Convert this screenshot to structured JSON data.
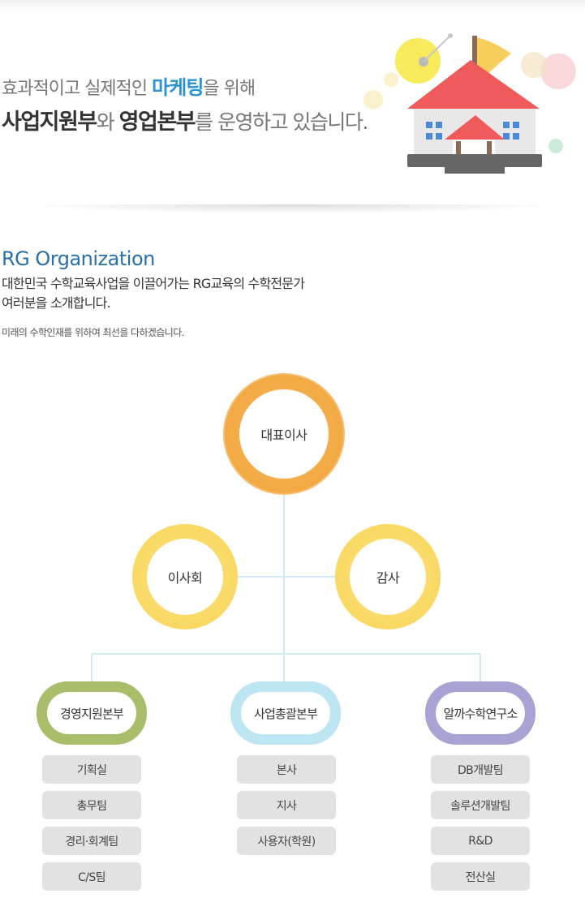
{
  "intro": {
    "line1_pre": "효과적이고 실제적인 ",
    "line1_highlight": "마케팅",
    "line1_post": "을 위해",
    "line2_a": "사업지원부",
    "line2_b": "와 ",
    "line2_c": "영업본부",
    "line2_d": "를 운영하고 있습니다."
  },
  "org": {
    "title": "RG Organization",
    "desc_line1": "대한민국 수학교육사업을 이끌어가는 RG교육의 수학전문가",
    "desc_line2": "여러분을 소개합니다.",
    "note": "미래의 수학인재를 위하여 최선을 다하겠습니다."
  },
  "chart": {
    "ceo": "대표이사",
    "board": "이사회",
    "audit": "감사",
    "divisions": [
      {
        "name": "경영지원본부",
        "teams": [
          "기획실",
          "총무팀",
          "경리·회계팀",
          "C/S팀"
        ]
      },
      {
        "name": "사업총괄본부",
        "teams": [
          "본사",
          "지사",
          "사용자(학원)"
        ]
      },
      {
        "name": "알까수학연구소",
        "teams": [
          "DB개발팀",
          "솔루션개발팀",
          "R&D",
          "전산실"
        ]
      }
    ]
  },
  "colors": {
    "accent_blue": "#2a93d8",
    "title_blue": "#2a6fa8",
    "ceo_ring": "#f0a33a",
    "board_ring": "#f7d45a",
    "division1_ring": "#a9be6a",
    "division2_ring": "#bde5f2",
    "division3_ring": "#a9a3d3",
    "connector": "#cfe9f5",
    "team_box": "#e2e2e2"
  }
}
